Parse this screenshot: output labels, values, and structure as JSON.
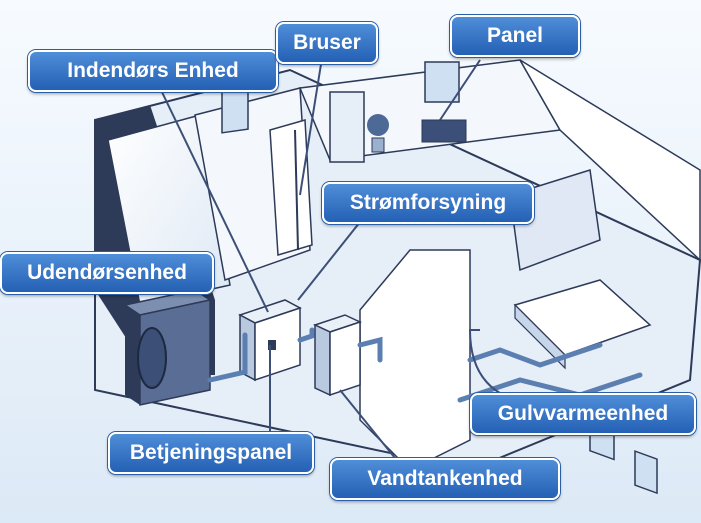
{
  "colors": {
    "label_fill": "#2f6fc4",
    "label_text": "#ffffff",
    "line_color": "#3b4f77",
    "pipe_color": "#5c7fb2",
    "floor_color": "#dfe9f6",
    "background": "#eaf3fb"
  },
  "labels": {
    "indoor_unit": "Indendørs Enhed",
    "shower": "Bruser",
    "panel": "Panel",
    "power_supply": "Strømforsyning",
    "outdoor_unit": "Udendørsenhed",
    "control_panel": "Betjeningspanel",
    "water_tank_unit": "Vandtankenhed",
    "floor_heating_unit": "Gulvvarmeenhed"
  }
}
